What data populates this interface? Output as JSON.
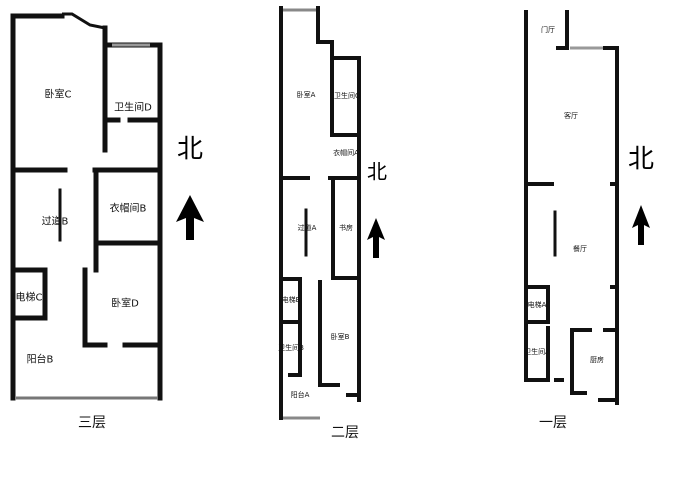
{
  "floors": [
    {
      "name": "三层",
      "rooms": [
        "卧室C",
        "卫生间D",
        "衣帽间B",
        "过道B",
        "电梯C",
        "卧室D",
        "阳台B"
      ]
    },
    {
      "name": "二层",
      "rooms": [
        "卧室A",
        "卫生间C",
        "衣帽间A",
        "过道A",
        "书房",
        "电梯B",
        "卫生间B",
        "卧室B",
        "阳台A"
      ]
    },
    {
      "name": "一层",
      "rooms": [
        "门厅",
        "客厅",
        "餐厅",
        "电梯A",
        "卫生间A",
        "厨房"
      ]
    }
  ],
  "north_label": "北"
}
